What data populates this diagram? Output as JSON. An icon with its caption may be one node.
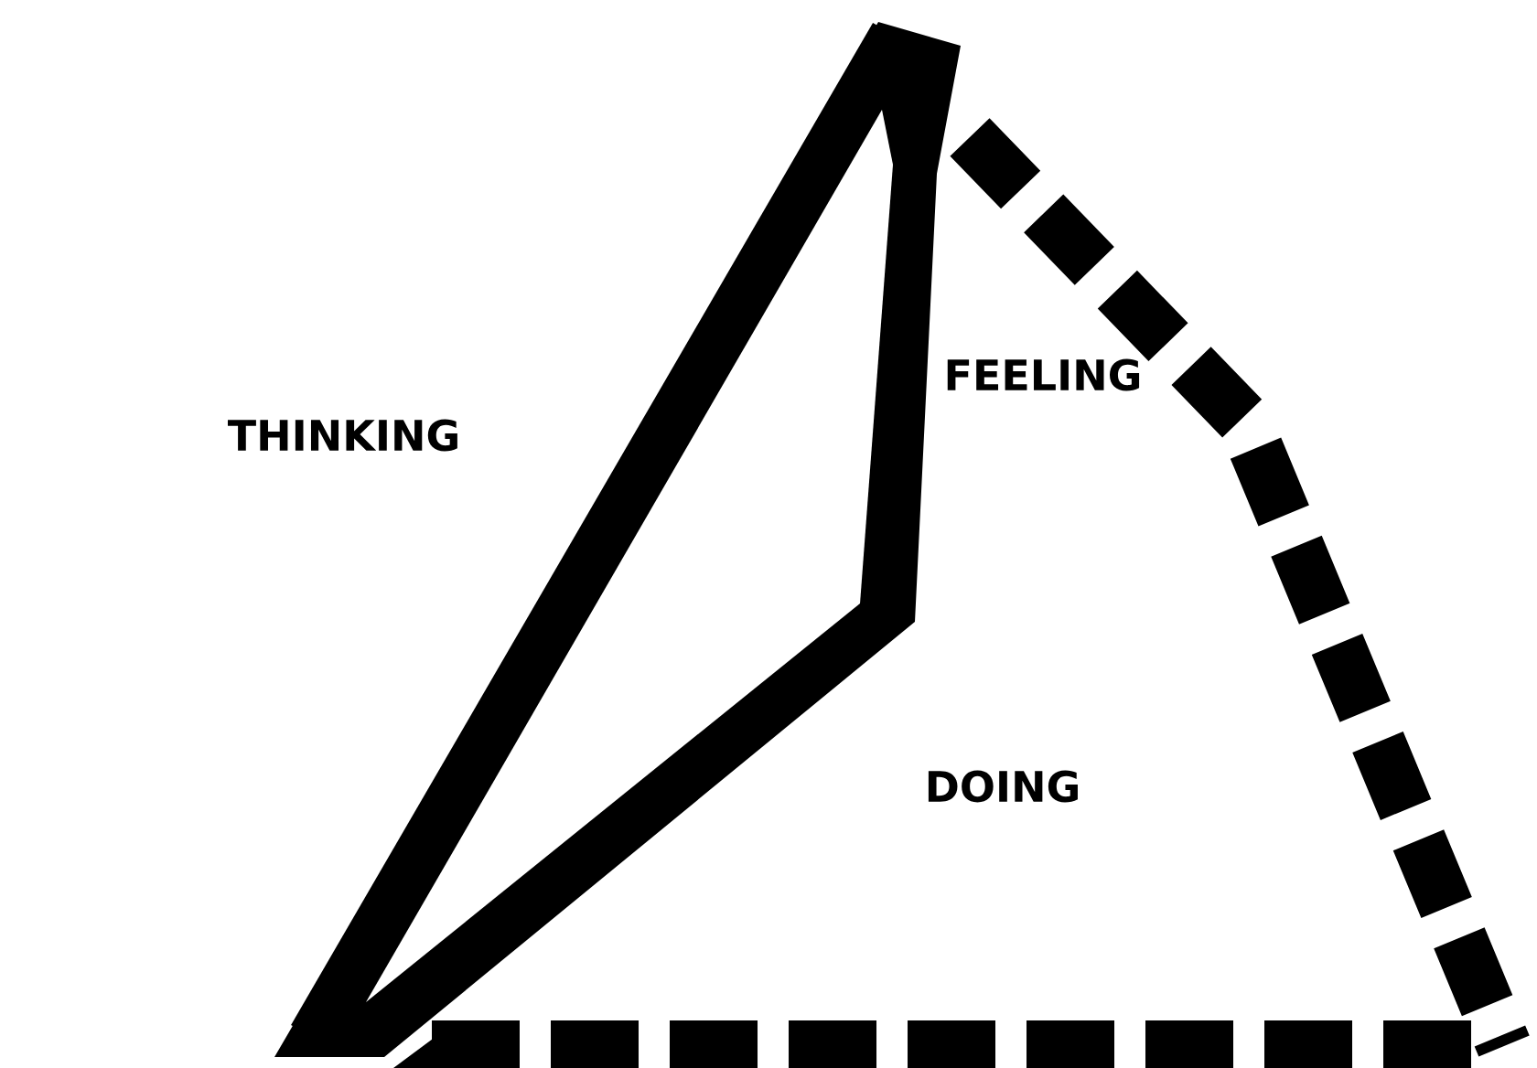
{
  "diagram": {
    "labels": [
      "THINKING",
      "FEELING",
      "DOING"
    ]
  }
}
